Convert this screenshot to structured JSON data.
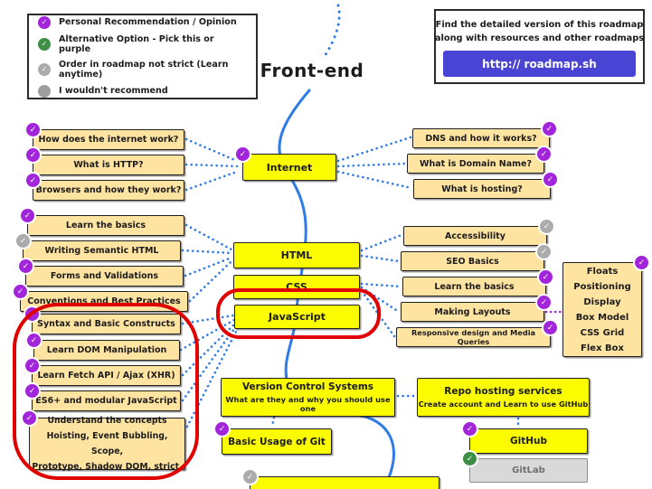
{
  "colors": {
    "topic_yellow": "#FCFC00",
    "subtopic_tan": "#FFE3A1",
    "line_blue": "#2F7BE8",
    "check_purple": "#A224DB",
    "check_green": "#3D8F44",
    "check_gray": "#ABABAB",
    "annotation_red": "#E10000",
    "button_blue": "#4A44D4",
    "disabled_gray": "#D9D9D9"
  },
  "legend": {
    "items": [
      {
        "icon": "purple-check-icon",
        "label": "Personal Recommendation / Opinion"
      },
      {
        "icon": "green-check-icon",
        "label": "Alternative Option - Pick this or purple"
      },
      {
        "icon": "gray-check-icon",
        "label": "Order in roadmap not strict (Learn anytime)"
      },
      {
        "icon": "gray-dot-icon",
        "label": "I wouldn't recommend"
      }
    ]
  },
  "info": {
    "line1": "Find the detailed version of this roadmap",
    "line2": "along with resources and other roadmaps",
    "button_label": "http:// roadmap.sh"
  },
  "title": "Front-end",
  "sections": {
    "internet": {
      "topic": "Internet",
      "left": [
        {
          "label": "How does the internet work?",
          "check": "purple"
        },
        {
          "label": "What is HTTP?",
          "check": "purple"
        },
        {
          "label": "Browsers and how they work?",
          "check": "purple"
        }
      ],
      "right": [
        {
          "label": "DNS and how it works?",
          "check": "purple"
        },
        {
          "label": "What is Domain Name?",
          "check": "purple"
        },
        {
          "label": "What is hosting?",
          "check": "purple"
        }
      ]
    },
    "html": {
      "topic": "HTML",
      "left": [
        {
          "label": "Learn the basics",
          "check": "purple"
        },
        {
          "label": "Writing Semantic HTML",
          "check": "gray"
        },
        {
          "label": "Forms and Validations",
          "check": "purple"
        },
        {
          "label": "Conventions and Best Practices",
          "check": "purple"
        }
      ]
    },
    "css": {
      "topic": "CSS",
      "right": [
        {
          "label": "Accessibility",
          "check": "gray"
        },
        {
          "label": "SEO Basics",
          "check": "gray"
        },
        {
          "label": "Learn the basics",
          "check": "purple"
        },
        {
          "label": "Making Layouts",
          "check": "purple"
        },
        {
          "label": "Responsive design and Media Queries",
          "check": "purple"
        }
      ],
      "concepts": {
        "check": "purple",
        "items": [
          "Floats",
          "Positioning",
          "Display",
          "Box Model",
          "CSS Grid",
          "Flex Box"
        ]
      }
    },
    "javascript": {
      "topic": "JavaScript",
      "left": [
        {
          "label": "Syntax and Basic Constructs",
          "check": "purple"
        },
        {
          "label": "Learn DOM Manipulation",
          "check": "purple"
        },
        {
          "label": "Learn Fetch API / Ajax (XHR)",
          "check": "purple"
        },
        {
          "label": "ES6+ and modular JavaScript",
          "check": "purple"
        }
      ],
      "concepts_box": {
        "check": "purple",
        "line1": "Understand the concepts",
        "line2": "Hoisting, Event Bubbling, Scope,",
        "line3": "Prototype, Shadow DOM, strict,"
      }
    },
    "git": {
      "vcs": {
        "title": "Version Control Systems",
        "subtitle": "What are they and why you should use one"
      },
      "repo": {
        "title": "Repo hosting services",
        "subtitle": "Create account and Learn to use GitHub"
      },
      "basic_git": {
        "label": "Basic Usage of Git",
        "check": "purple"
      },
      "github": {
        "label": "GitHub",
        "check": "purple"
      },
      "gitlab": {
        "label": "GitLab",
        "check": "green"
      }
    }
  }
}
